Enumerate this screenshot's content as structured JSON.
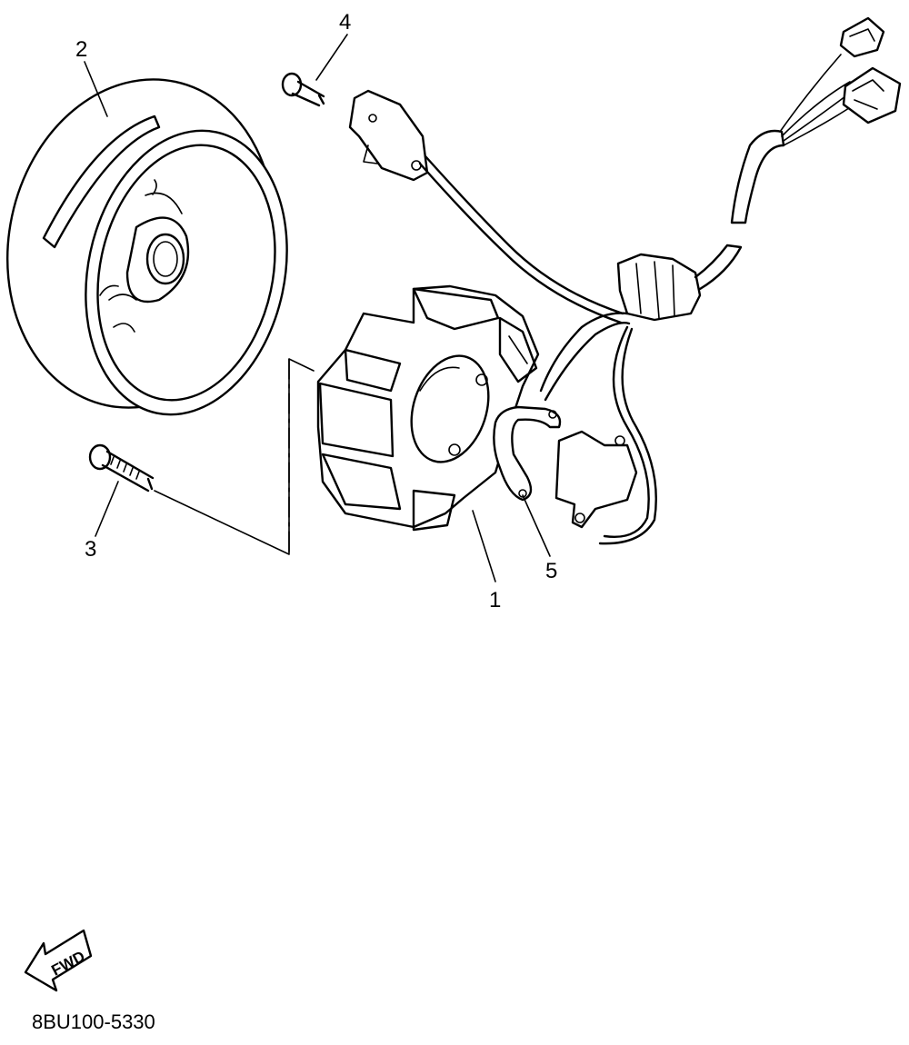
{
  "callouts": {
    "c1": "1",
    "c2": "2",
    "c3": "3",
    "c4": "4",
    "c5": "5"
  },
  "direction_arrow": {
    "label": "FWD"
  },
  "drawing_code": "8BU100-5330"
}
